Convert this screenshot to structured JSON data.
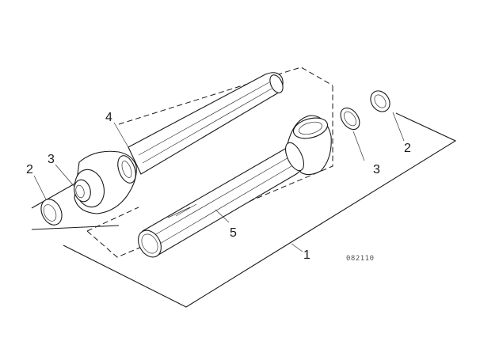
{
  "diagram": {
    "callouts": [
      {
        "id": "callout-1",
        "text": "1"
      },
      {
        "id": "callout-2-left",
        "text": "2"
      },
      {
        "id": "callout-3-left",
        "text": "3"
      },
      {
        "id": "callout-4",
        "text": "4"
      },
      {
        "id": "callout-5",
        "text": "5"
      },
      {
        "id": "callout-3-right",
        "text": "3"
      },
      {
        "id": "callout-2-right",
        "text": "2"
      }
    ],
    "image_code": "082110"
  }
}
